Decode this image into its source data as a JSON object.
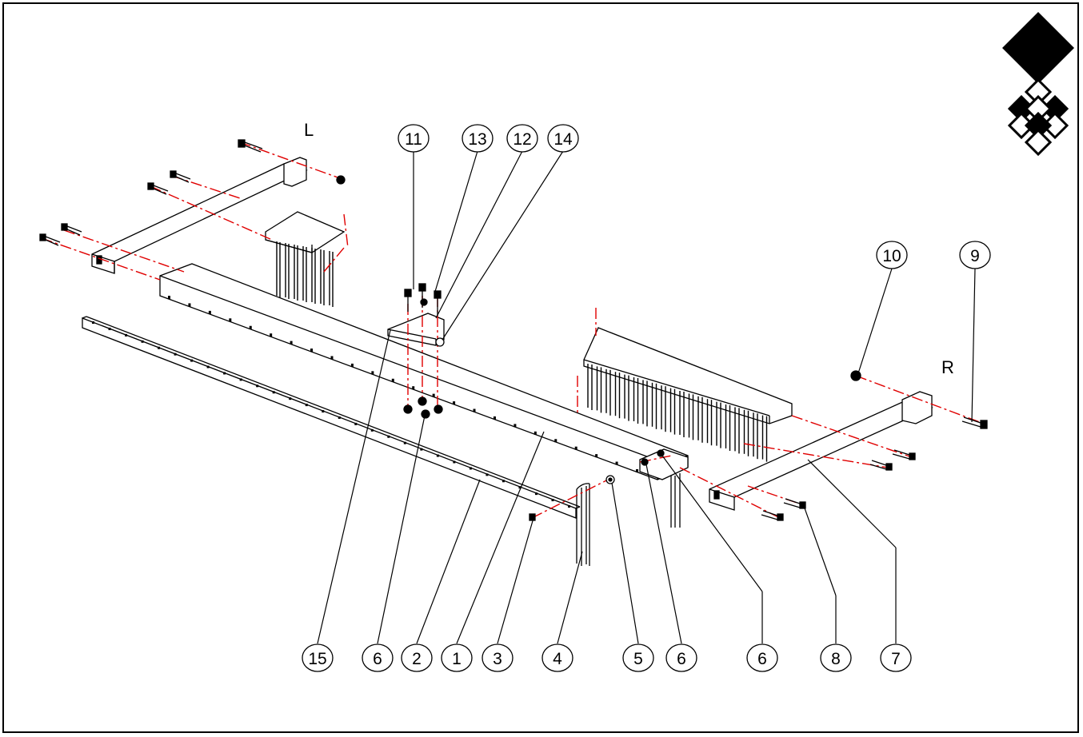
{
  "diagram": {
    "side_labels": {
      "left": "L",
      "right": "R"
    },
    "callouts": {
      "c11": "11",
      "c13": "13",
      "c12": "12",
      "c14": "14",
      "c10": "10",
      "c9": "9",
      "c15": "15",
      "c6a": "6",
      "c2": "2",
      "c1": "1",
      "c3": "3",
      "c4": "4",
      "c5": "5",
      "c6b": "6",
      "c6c": "6",
      "c8": "8",
      "c7": "7"
    },
    "colors": {
      "line": "#000000",
      "centerline": "#e00000",
      "background": "#ffffff"
    },
    "logo": "diamond-logo"
  }
}
